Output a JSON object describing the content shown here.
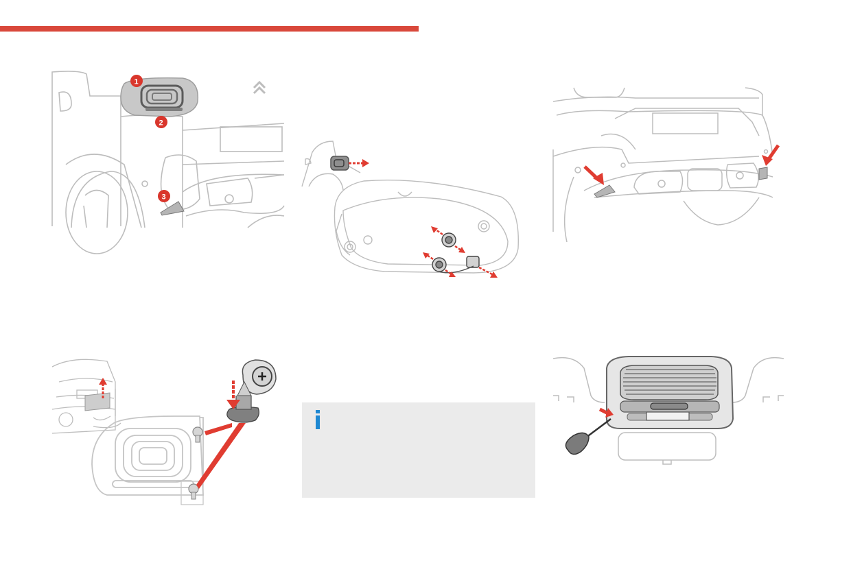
{
  "header": {
    "accent_color": "#d9483b"
  },
  "illustrations": {
    "rear_lamp_overview": {
      "callouts": [
        "1",
        "2",
        "3"
      ]
    },
    "bulb_removal": {},
    "bumper_lamps": {},
    "lamp_fixing": {},
    "plate_lamp": {}
  },
  "info_box": {
    "icon": "info-icon",
    "icon_color": "#1e88d2",
    "background": "#ebebeb",
    "text": ""
  },
  "colors": {
    "arrow_red": "#e03c31",
    "line_grey": "#b9b9b9",
    "lamp_grey": "#c7c7c7"
  }
}
